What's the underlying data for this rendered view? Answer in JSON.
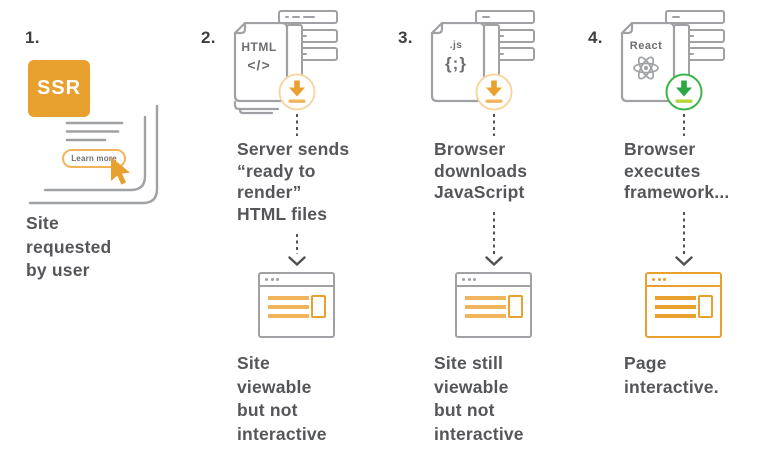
{
  "colors": {
    "orange": "#E8A02E",
    "orange_mid": "#F0B45C",
    "orange_pale": "#F6D7A4",
    "green": "#3CB54A",
    "green_dark": "#2BA844",
    "green_bar": "#B5D53A",
    "gray_border": "#9FA1A4",
    "gray_dash": "#515154",
    "text": "#55565A",
    "label": "#3E3F42",
    "doc_text": "#6D6E71"
  },
  "icons": {
    "download_badge": "arrow-down-in-circle",
    "cursor": "mouse-pointer-arrow",
    "browser": "browser-window",
    "html_file": "stacked-document-html",
    "js_file": "document-js",
    "react_file": "document-react-atom",
    "server_bars": "server-list-bars",
    "flow_arrow": "dashed-down-arrow"
  },
  "steps": [
    {
      "number": "1.",
      "badge_label": "SSR",
      "page": {
        "button_label": "Learn more"
      },
      "caption_lines": [
        "Site",
        "requested",
        "by user"
      ]
    },
    {
      "number": "2.",
      "file": {
        "type_label": "HTML",
        "glyph": "</>"
      },
      "description_lines": [
        "Server sends",
        "“ready to",
        "render”",
        "HTML files"
      ],
      "result_caption_lines": [
        "Site",
        "viewable",
        "but not",
        "interactive"
      ]
    },
    {
      "number": "3.",
      "file": {
        "type_label": ".js",
        "glyph": "{;}"
      },
      "description_lines": [
        "Browser",
        "downloads",
        "JavaScript"
      ],
      "result_caption_lines": [
        "Site still",
        "viewable",
        "but not",
        "interactive"
      ]
    },
    {
      "number": "4.",
      "file": {
        "type_label": "React"
      },
      "description_lines": [
        "Browser",
        "executes",
        "framework..."
      ],
      "result_caption_lines": [
        "Page",
        "interactive."
      ]
    }
  ]
}
